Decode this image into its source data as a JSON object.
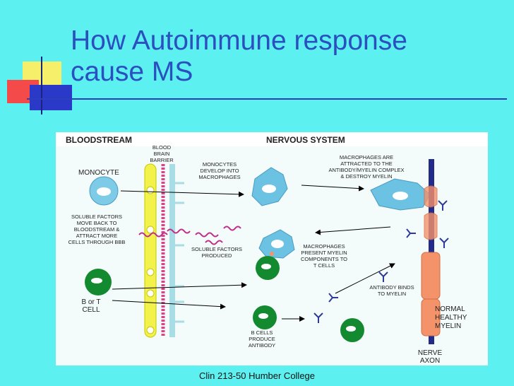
{
  "slide": {
    "title_line1": "How Autoimmune response",
    "title_line2": "cause MS",
    "footer": "Clin 213-50 Humber College"
  },
  "diagram": {
    "bloodstream": "BLOODSTREAM",
    "nervous_system": "NERVOUS SYSTEM",
    "bbb": [
      "BLOOD",
      "BRAIN",
      "BARRIER"
    ],
    "monocyte": "MONOCYTE",
    "monocytes_develop": [
      "MONOCYTES",
      "DEVELOP INTO",
      "MACROPHAGES"
    ],
    "macrophages_attracted": [
      "MACROPHAGES ARE",
      "ATTRACTED TO THE",
      "ANTIBODY/MYELIN COMPLEX",
      "& DESTROY MYELIN"
    ],
    "soluble_back": [
      "SOLUBLE FACTORS",
      "MOVE BACK TO",
      "BLOODSTREAM &",
      "ATTRACT MORE",
      "CELLS THROUGH BBB"
    ],
    "soluble_produced": [
      "SOLUBLE FACTORS",
      "PRODUCED"
    ],
    "macrophages_present": [
      "MACROPHAGES",
      "PRESENT MYELIN",
      "COMPONENTS TO",
      "T CELLS"
    ],
    "b_or_t": [
      "B or T",
      "CELL"
    ],
    "antibody_binds": [
      "ANTIBODY BINDS",
      "TO MYELIN"
    ],
    "normal_myelin": [
      "NORMAL",
      "HEALTHY",
      "MYELIN"
    ],
    "b_cells_produce": [
      "B CELLS",
      "PRODUCE",
      "ANTIBODY"
    ],
    "nerve_axon": [
      "NERVE",
      "AXON"
    ]
  }
}
